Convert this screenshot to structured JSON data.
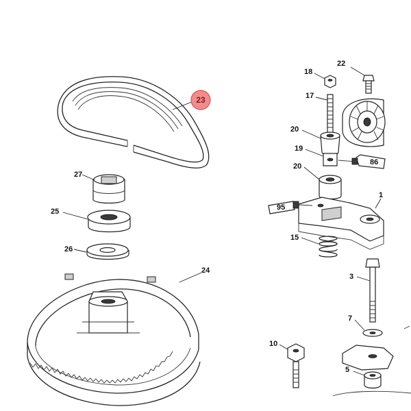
{
  "diagram": {
    "highlight_color": "#f28b8b",
    "highlight_border": "#d9534f",
    "callouts": {
      "c23": "23",
      "c27": "27",
      "c25": "25",
      "c26": "26",
      "c24": "24",
      "c18": "18",
      "c22": "22",
      "c17": "17",
      "c20a": "20",
      "c19": "19",
      "c20b": "20",
      "c1": "1",
      "c15": "15",
      "c3": "3",
      "c7": "7",
      "c10": "10",
      "c5": "5"
    },
    "tube_labels": {
      "t86": "86",
      "t95": "95"
    }
  }
}
